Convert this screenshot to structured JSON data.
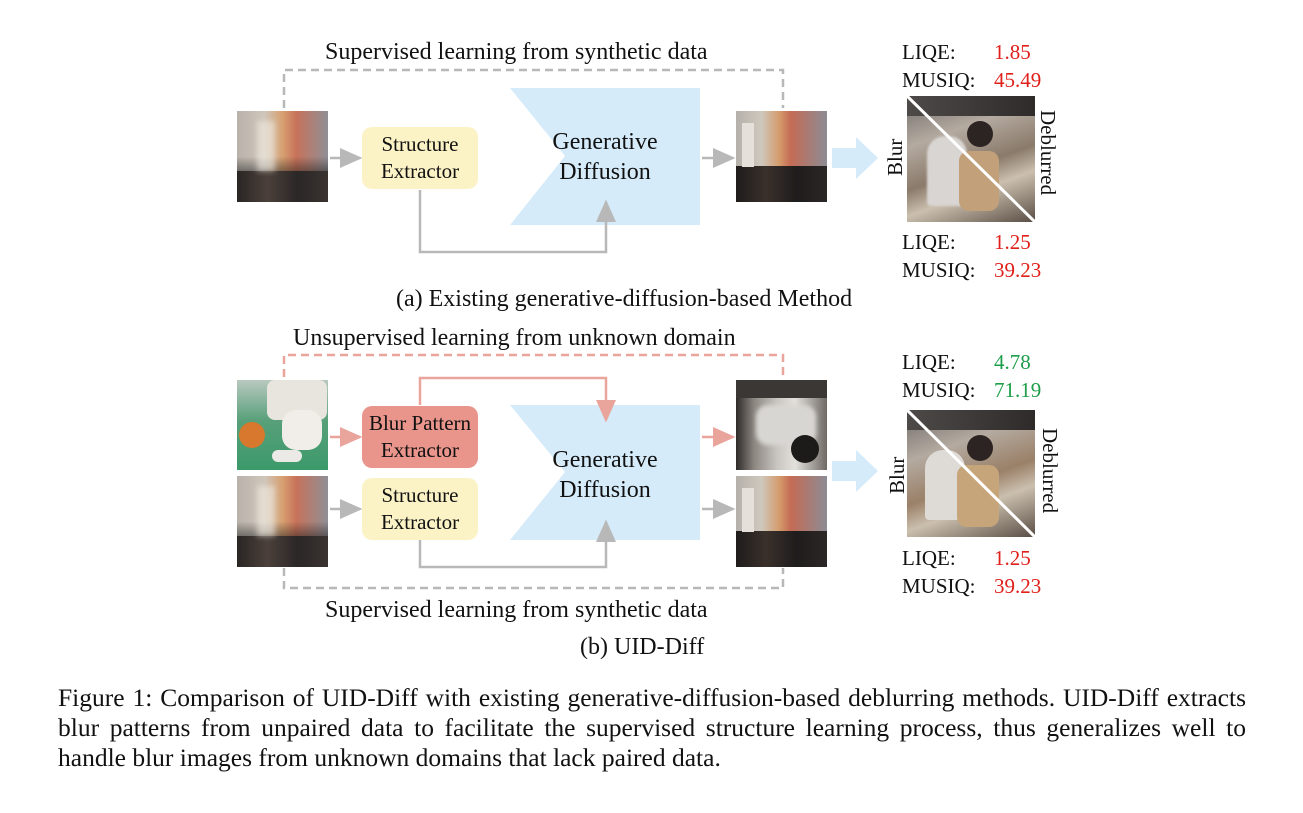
{
  "panel_a": {
    "top_label": "Supervised learning from synthetic data",
    "structure_box": [
      "Structure",
      "Extractor"
    ],
    "diffusion": [
      "Generative",
      "Diffusion"
    ],
    "subcaption": "(a) Existing generative-diffusion-based Method",
    "metrics_top": {
      "liqe_label": "LIQE:",
      "liqe": "1.85",
      "musiq_label": "MUSIQ:",
      "musiq": "45.49",
      "color": "#e0201a"
    },
    "metrics_bottom": {
      "liqe_label": "LIQE:",
      "liqe": "1.25",
      "musiq_label": "MUSIQ:",
      "musiq": "39.23",
      "color": "#e0201a"
    },
    "side_left": "Blur",
    "side_right": "Deblurred"
  },
  "panel_b": {
    "top_label": "Unsupervised learning from unknown domain",
    "bottom_label": "Supervised learning from synthetic data",
    "blur_box": [
      "Blur Pattern",
      "Extractor"
    ],
    "structure_box": [
      "Structure",
      "Extractor"
    ],
    "diffusion": [
      "Generative",
      "Diffusion"
    ],
    "subcaption": "(b) UID-Diff",
    "metrics_top": {
      "liqe_label": "LIQE:",
      "liqe": "4.78",
      "musiq_label": "MUSIQ:",
      "musiq": "71.19",
      "color": "#1e9e4a"
    },
    "metrics_bottom": {
      "liqe_label": "LIQE:",
      "liqe": "1.25",
      "musiq_label": "MUSIQ:",
      "musiq": "39.23",
      "color": "#e0201a"
    },
    "side_left": "Blur",
    "side_right": "Deblurred"
  },
  "caption": "Figure 1: Comparison of UID-Diff with existing generative-diffusion-based deblurring methods. UID-Diff extracts blur patterns from unpaired data to facilitate the supervised structure learning process, thus generalizes well to handle blur images from unknown domains that lack paired data.",
  "colors": {
    "gray_arrow": "#b8b8b8",
    "pink_arrow": "#e9a59c",
    "diffusion_fill": "#d6ebfa",
    "big_arrow": "#d6ebfa",
    "yellow_box": "#fbf2c6",
    "pink_box": "#e9958c"
  }
}
